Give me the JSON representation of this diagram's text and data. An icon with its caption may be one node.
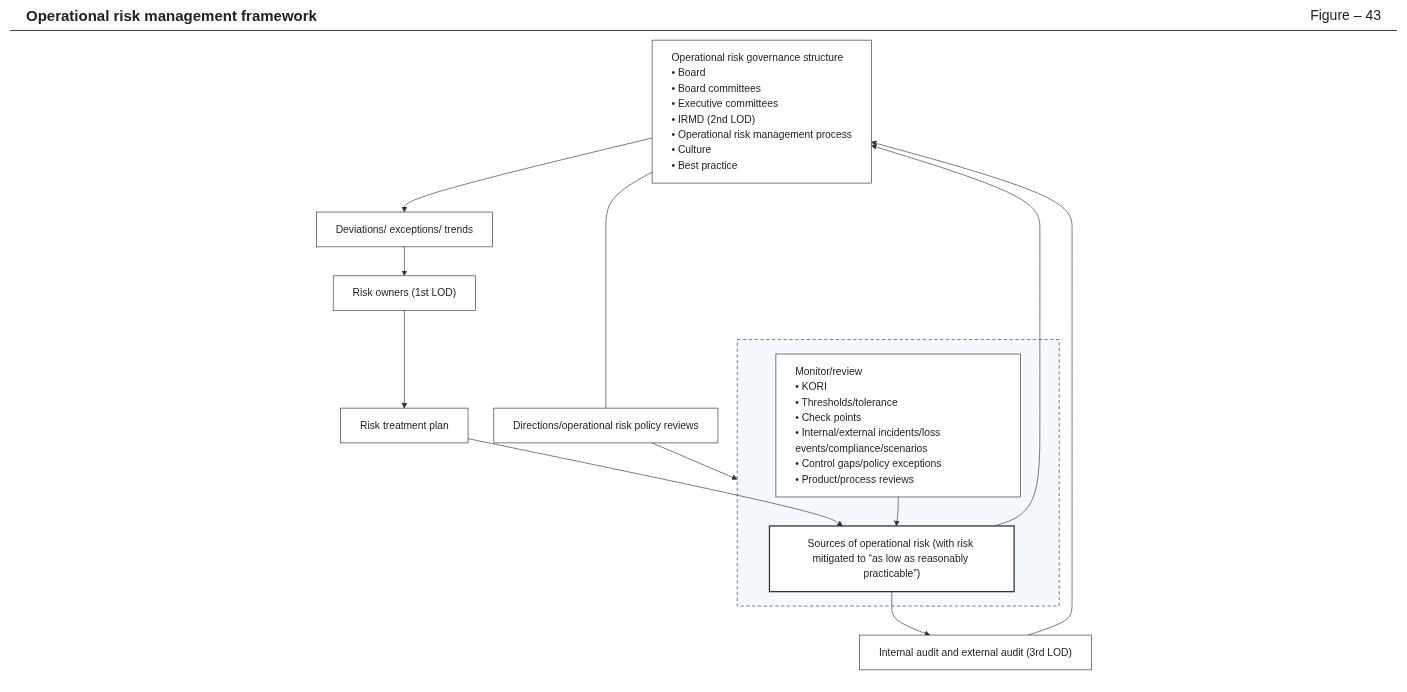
{
  "diagram": {
    "title": "Operational risk management framework",
    "nodes": [
      {
        "text": [
          "Operational risk governance structure",
          "• Board",
          "• Board committees",
          "• Executive committees",
          "• IRMD (2nd LOD)",
          "• Operational risk management process",
          "• Culture",
          "• Best practice"
        ]
      },
      {
        "text": [
          "Deviations/ exceptions/ trends"
        ]
      },
      {
        "text": [
          "Risk owners (1st LOD)"
        ]
      },
      {
        "text": [
          "Risk treatment plan"
        ]
      },
      {
        "text": [],
        "shape": "box"
      },
      {
        "text": [
          "Sources of operational risk (with risk mitigated to “as low as reasonably practicable”)"
        ],
        "in": 4
      },
      {
        "text": [
          "Monitor/review",
          "• KORI",
          "• Thresholds/tolerance",
          "• Check points",
          "• Internal/external incidents/loss events/compliance/scenarios",
          "• Control gaps/policy exceptions",
          "• Product/process reviews"
        ],
        "in": 4
      },
      {
        "text": [
          "Internal audit and external audit (3rd LOD)"
        ]
      },
      {
        "text": [
          "Directions/operational risk policy reviews"
        ]
      }
    ],
    "edges": [
      {
        "from": 0,
        "to": 1,
        "arrow": "to"
      },
      {
        "from": 1,
        "to": 2,
        "arrow": "to"
      },
      {
        "from": 2,
        "to": 3,
        "arrow": "to"
      },
      {
        "from": 3,
        "to": 5,
        "arrow": "to"
      },
      {
        "from": 6,
        "to": 5,
        "arrow": "to"
      },
      {
        "from": 5,
        "to": 0,
        "arrow": "to"
      },
      {
        "from": 5,
        "to": 7,
        "arrow": "to"
      },
      {
        "from": 7,
        "to": 0,
        "arrow": "to"
      },
      {
        "from": 8,
        "to": 4,
        "arrow": "to"
      },
      {
        "from": 0,
        "to": 8,
        "arrow": "none"
      }
    ],
    "labels": [
      "Figure – 43"
    ]
  }
}
